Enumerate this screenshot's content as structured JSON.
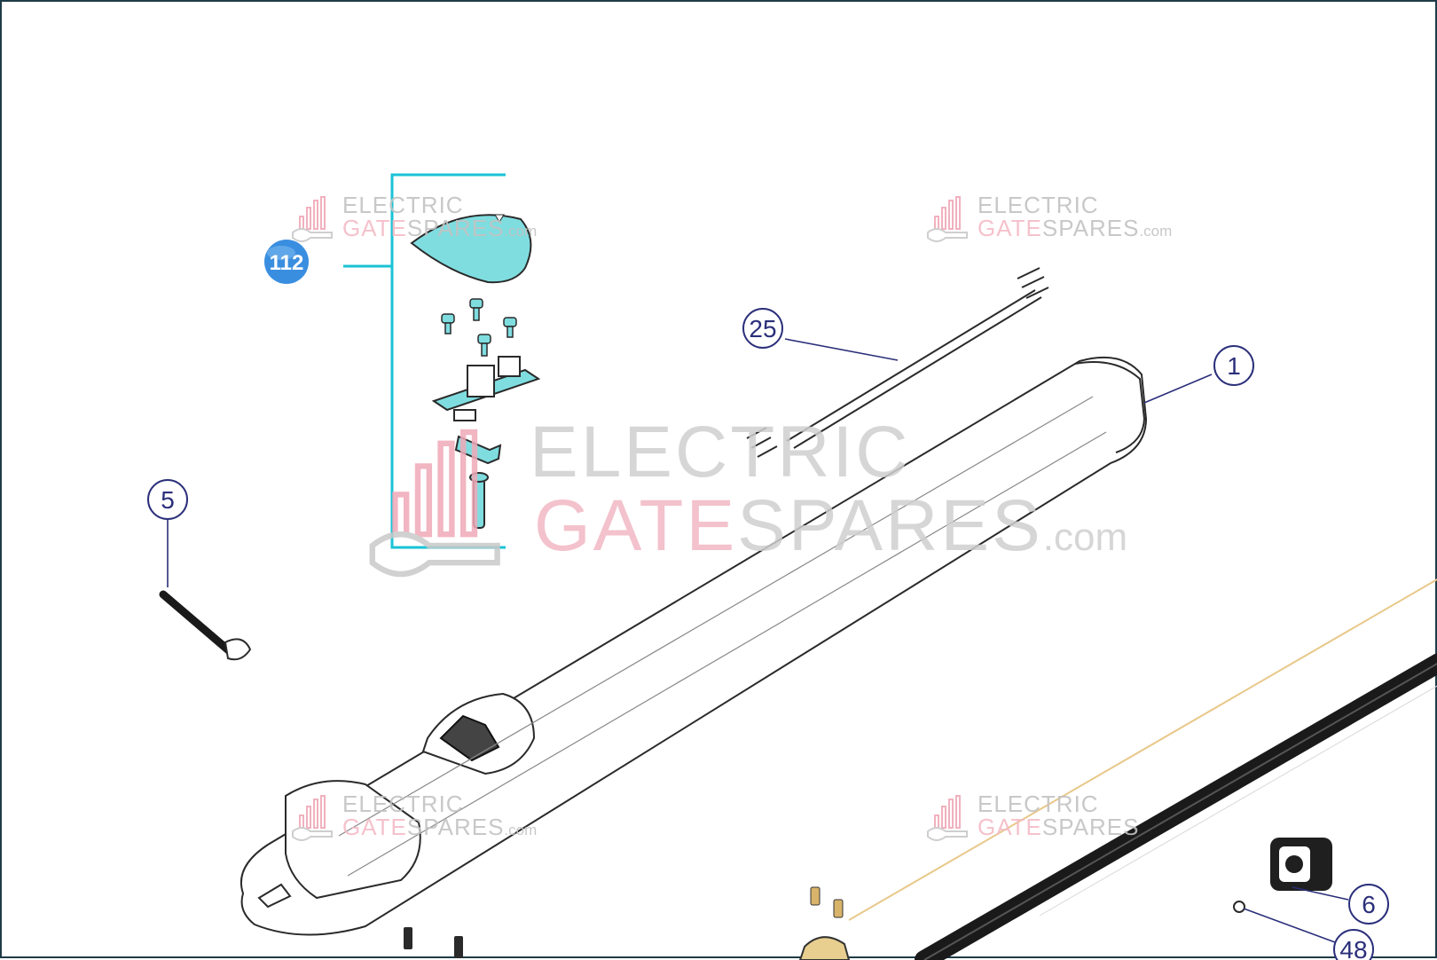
{
  "diagram": {
    "callouts": [
      {
        "id": "1",
        "label": "1"
      },
      {
        "id": "5",
        "label": "5"
      },
      {
        "id": "6",
        "label": "6"
      },
      {
        "id": "25",
        "label": "25"
      },
      {
        "id": "48",
        "label": "48"
      }
    ],
    "highlight_badge": {
      "label": "112",
      "color": "#3a8ee0"
    },
    "highlight_group_color": "#19c3d6",
    "watermark": {
      "word1": "ELECTRIC",
      "word2a": "GATE",
      "word2b": "SPARES",
      "suffix": ".com",
      "accent_color": "#f2b8c4",
      "base_color": "#c3c3c3"
    },
    "colors": {
      "callout_ink": "#2b2f7a",
      "rail_line": "#e8c88a",
      "part_fill": "#ffffff",
      "part_outline": "#2a2a2a"
    }
  }
}
